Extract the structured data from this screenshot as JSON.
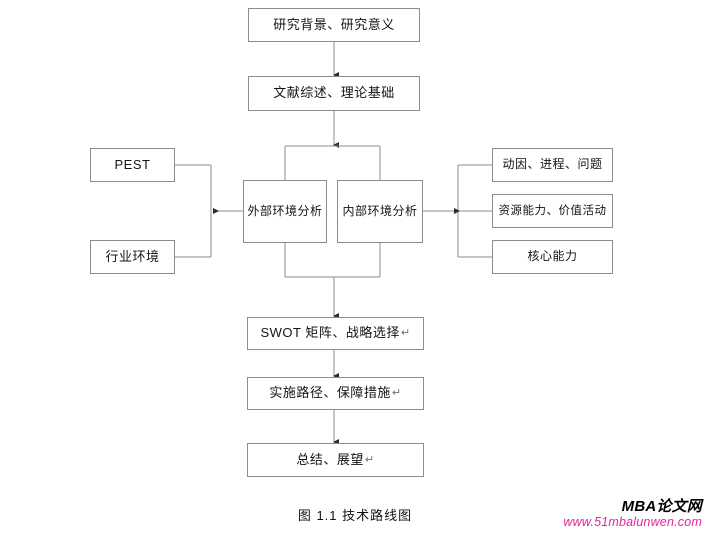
{
  "figure": {
    "caption": "图 1.1  技术路线图",
    "line_color": "#8c8c8c",
    "background": "#ffffff"
  },
  "nodes": {
    "research_background": {
      "label": "研究背景、研究意义"
    },
    "literature_review": {
      "label": "文献综述、理论基础"
    },
    "pest": {
      "label": "PEST"
    },
    "industry_env": {
      "label": "行业环境"
    },
    "external_analysis": {
      "label": "外部环境分析"
    },
    "internal_analysis": {
      "label": "内部环境分析"
    },
    "motive_process": {
      "label": "动因、进程、问题"
    },
    "resource_value": {
      "label": "资源能力、价值活动"
    },
    "core_capability": {
      "label": "核心能力"
    },
    "swot_strategy": {
      "label": "SWOT 矩阵、战略选择",
      "mark": "↵"
    },
    "implementation": {
      "label": "实施路径、保障措施",
      "mark": "↵"
    },
    "conclusion": {
      "label": "总结、展望",
      "mark": "↵"
    }
  },
  "watermark": {
    "brand": "MBA论文网",
    "url": "www.51mbalunwen.com",
    "url_color": "#e8229a"
  }
}
